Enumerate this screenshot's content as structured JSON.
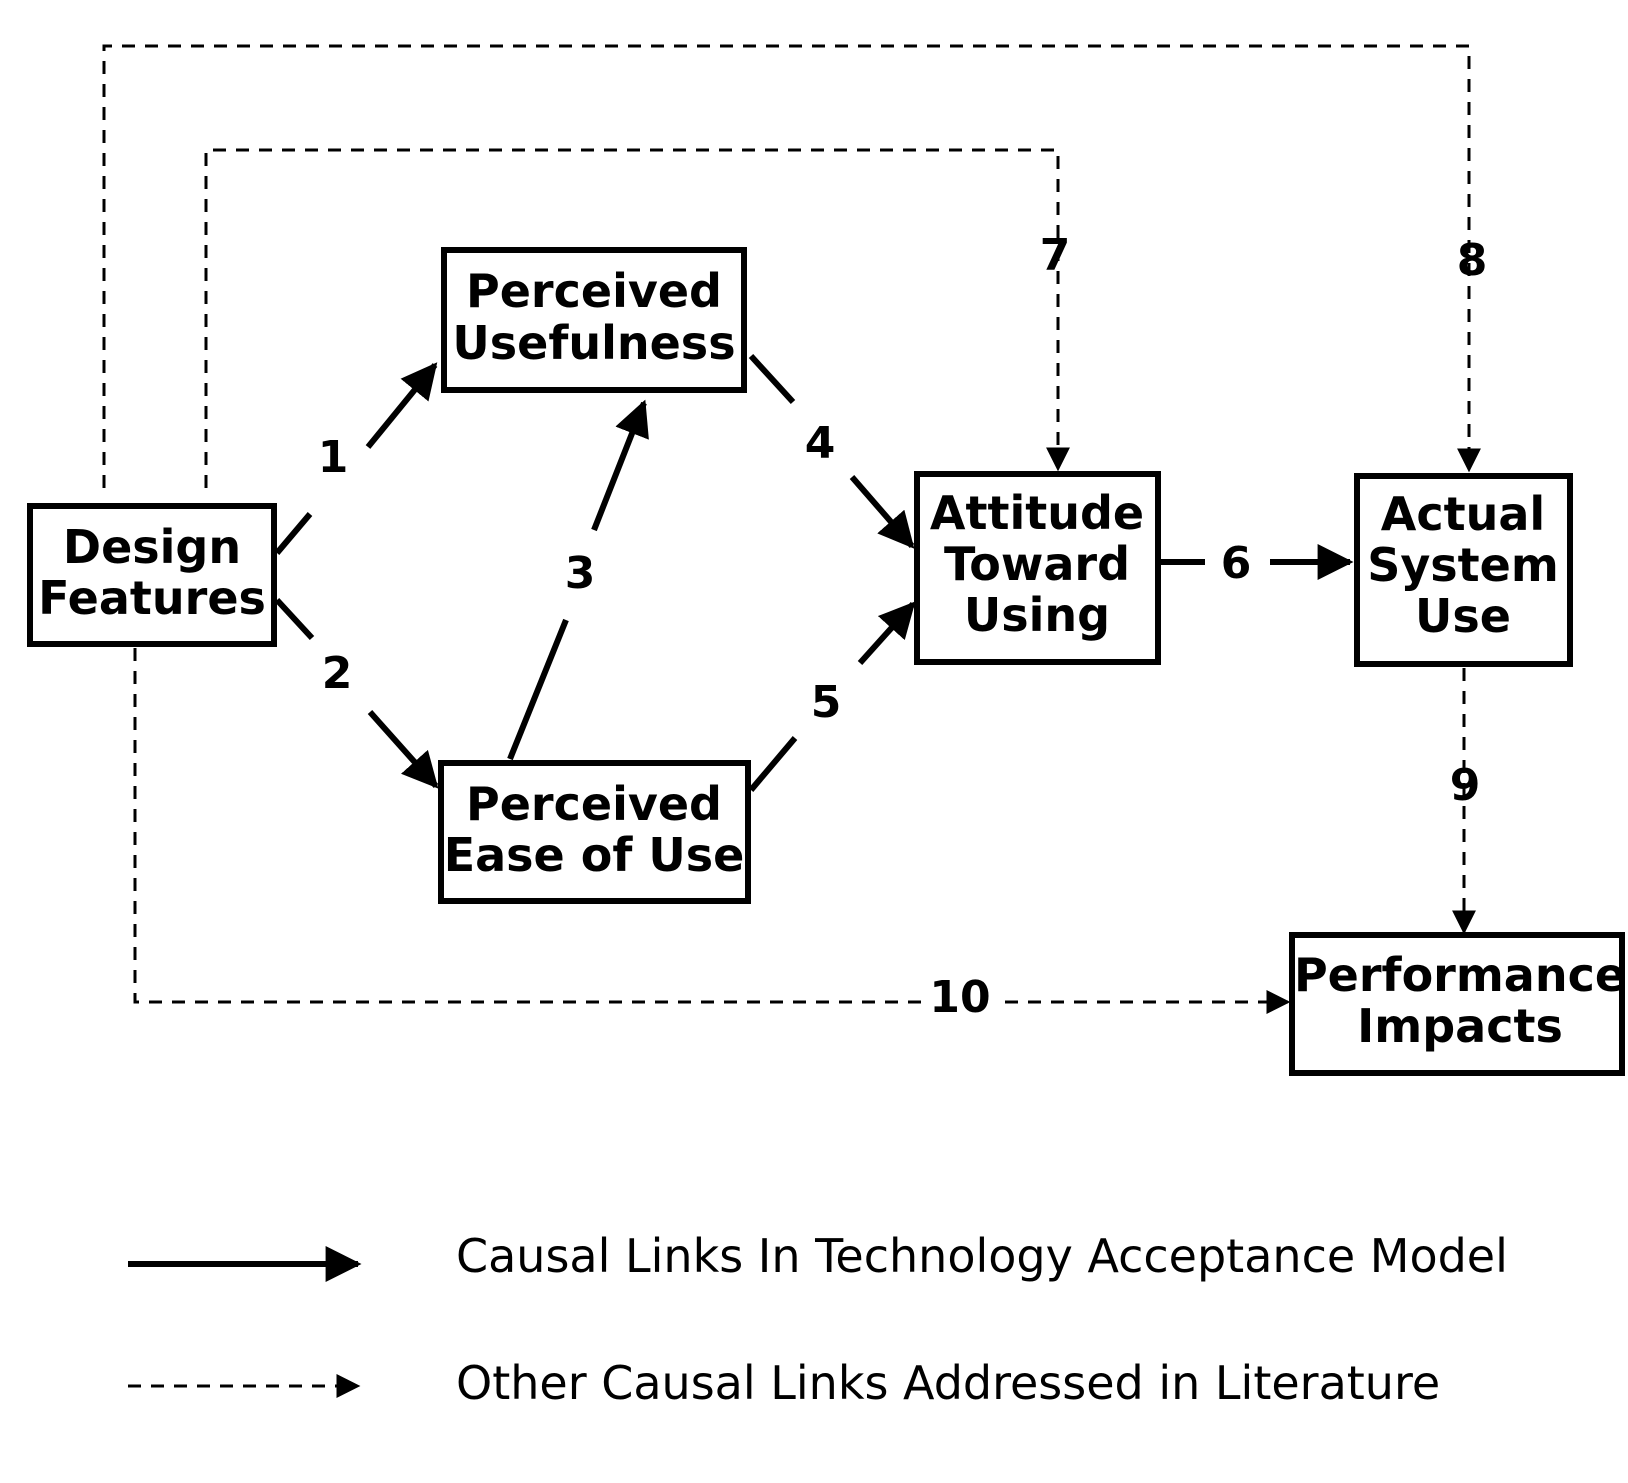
{
  "nodes": {
    "design_features": [
      "Design",
      "Features"
    ],
    "perceived_usefulness": [
      "Perceived",
      "Usefulness"
    ],
    "perceived_ease_of_use": [
      "Perceived",
      "Ease of Use"
    ],
    "attitude_toward_using": [
      "Attitude",
      "Toward",
      "Using"
    ],
    "actual_system_use": [
      "Actual",
      "System",
      "Use"
    ],
    "performance_impacts": [
      "Performance",
      "Impacts"
    ]
  },
  "links": {
    "l1": "1",
    "l2": "2",
    "l3": "3",
    "l4": "4",
    "l5": "5",
    "l6": "6",
    "l7": "7",
    "l8": "8",
    "l9": "9",
    "l10": "10"
  },
  "legend": {
    "solid_label": "Causal Links In Technology Acceptance Model",
    "dashed_label": "Other Causal Links Addressed in Literature"
  },
  "colors": {
    "ink": "#000000",
    "background": "#ffffff"
  }
}
